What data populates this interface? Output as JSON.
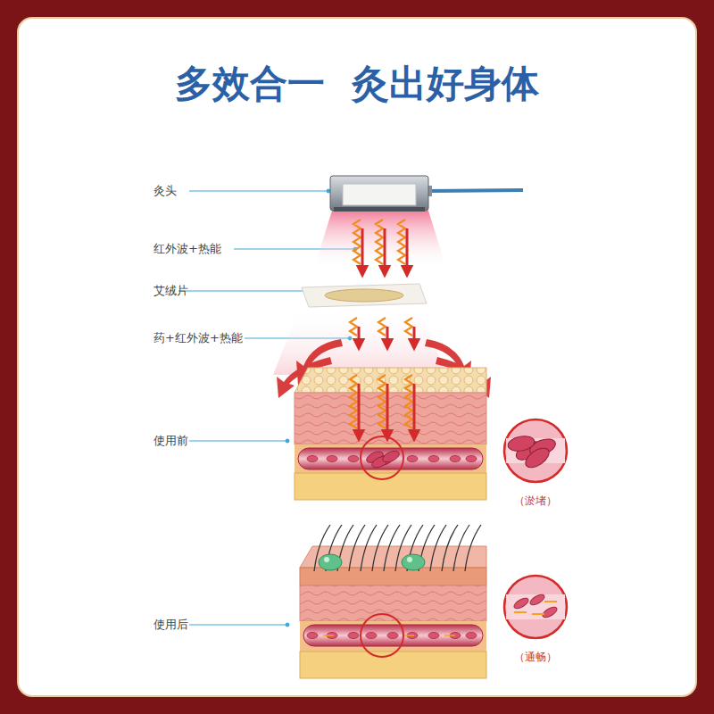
{
  "diagram": {
    "title": "多效合一  灸出好身体",
    "nodes": [
      {
        "text": [
          "（淤堵）"
        ]
      },
      {
        "text": [
          "（通畅）"
        ]
      }
    ],
    "labels": [
      "灸头",
      "红外波+热能",
      "艾绒片",
      "药+红外波+热能",
      "使用前",
      "使用后"
    ]
  }
}
